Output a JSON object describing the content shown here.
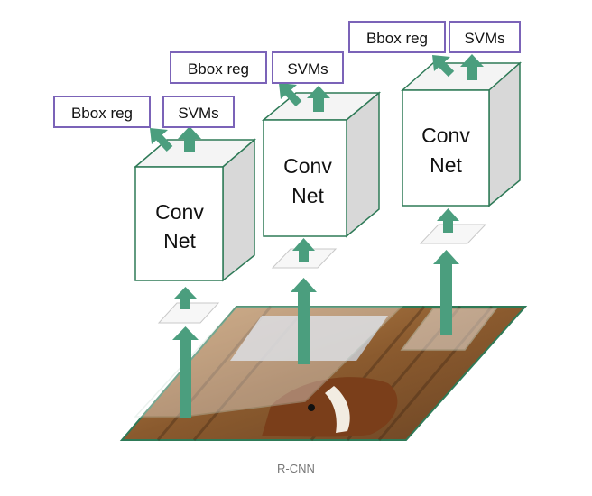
{
  "caption": "R-CNN",
  "image_description_hidden": false,
  "colors": {
    "box_stroke": "#2e7a57",
    "arrow": "#4b9e7e",
    "label_border": "#7b63b8",
    "side_fill": "#d8d8d8",
    "top_fill": "#f2f2f2",
    "text": "#111111"
  },
  "networks": [
    {
      "conv_line1": "Conv",
      "conv_line2": "Net",
      "bbox_label": "Bbox reg",
      "svm_label": "SVMs"
    },
    {
      "conv_line1": "Conv",
      "conv_line2": "Net",
      "bbox_label": "Bbox reg",
      "svm_label": "SVMs"
    },
    {
      "conv_line1": "Conv",
      "conv_line2": "Net",
      "bbox_label": "Bbox reg",
      "svm_label": "SVMs"
    }
  ]
}
